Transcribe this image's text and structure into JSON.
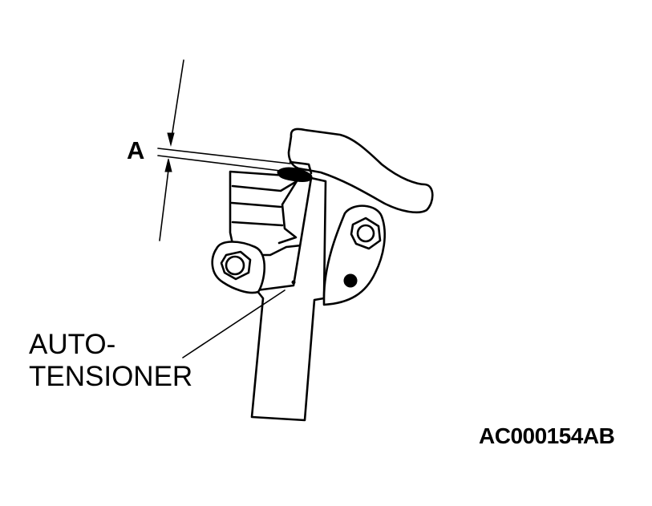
{
  "labels": {
    "dimension": "A",
    "part_line1": "AUTO-",
    "part_line2": "TENSIONER",
    "figure_code": "AC000154AB"
  }
}
